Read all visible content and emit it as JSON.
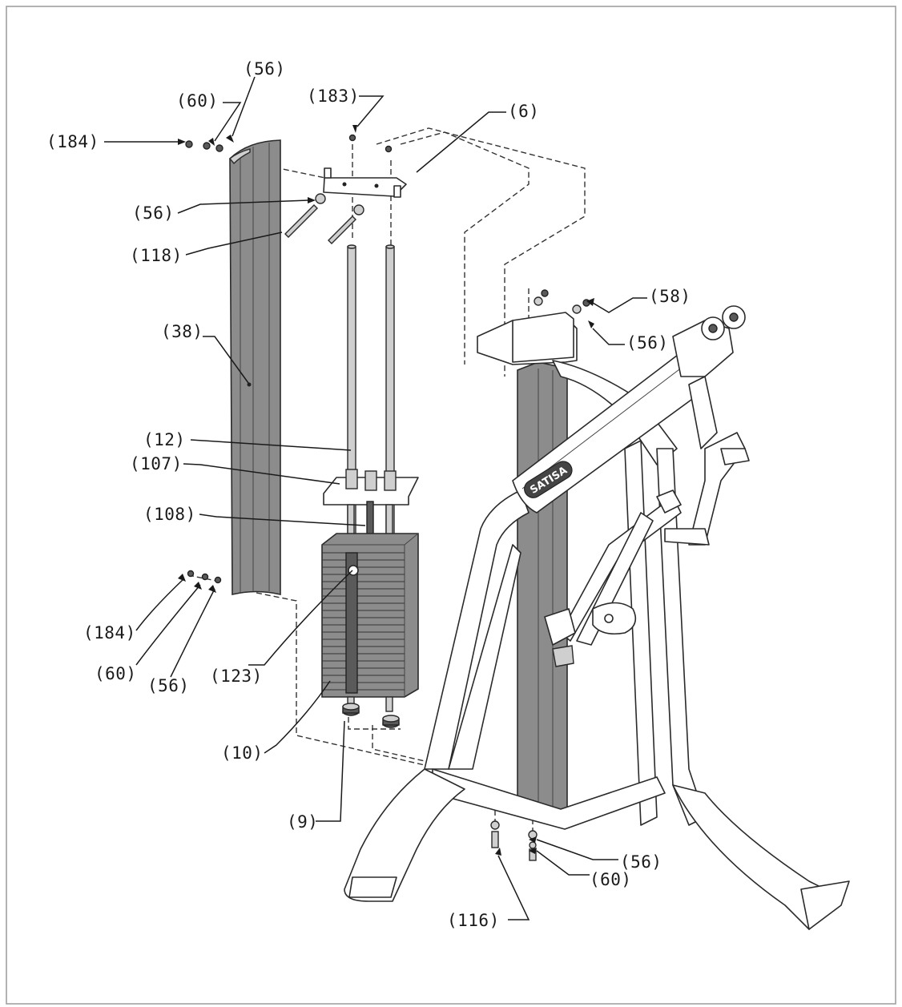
{
  "diagram": {
    "brand_logo": "SATISA",
    "callouts": [
      {
        "id": "c-56-top",
        "text": "(56)"
      },
      {
        "id": "c-60-top",
        "text": "(60)"
      },
      {
        "id": "c-183",
        "text": "(183)"
      },
      {
        "id": "c-6",
        "text": "(6)"
      },
      {
        "id": "c-184-top",
        "text": "(184)"
      },
      {
        "id": "c-56-mid",
        "text": "(56)"
      },
      {
        "id": "c-118",
        "text": "(118)"
      },
      {
        "id": "c-38",
        "text": "(38)"
      },
      {
        "id": "c-58",
        "text": "(58)"
      },
      {
        "id": "c-56-right",
        "text": "(56)"
      },
      {
        "id": "c-12",
        "text": "(12)"
      },
      {
        "id": "c-107",
        "text": "(107)"
      },
      {
        "id": "c-108",
        "text": "(108)"
      },
      {
        "id": "c-184-bot",
        "text": "(184)"
      },
      {
        "id": "c-60-bot",
        "text": "(60)"
      },
      {
        "id": "c-56-bot",
        "text": "(56)"
      },
      {
        "id": "c-123",
        "text": "(123)"
      },
      {
        "id": "c-10",
        "text": "(10)"
      },
      {
        "id": "c-9",
        "text": "(9)"
      },
      {
        "id": "c-56-base",
        "text": "(56)"
      },
      {
        "id": "c-60-base",
        "text": "(60)"
      },
      {
        "id": "c-116",
        "text": "(116)"
      }
    ]
  }
}
